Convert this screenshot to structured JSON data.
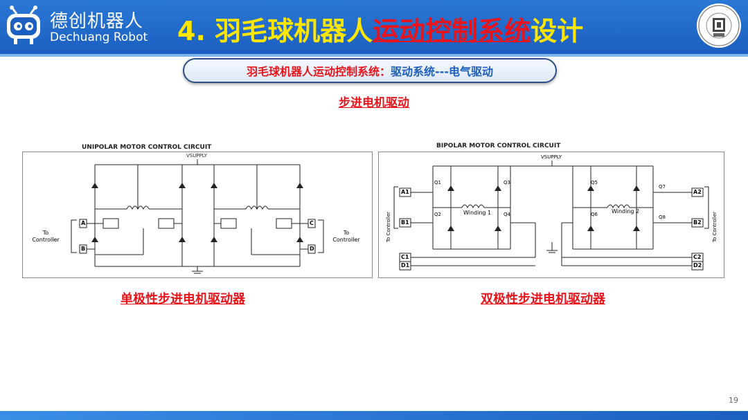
{
  "header": {
    "brand_cn": "德创机器人",
    "brand_en": "Dechuang Robot",
    "title_number": "4.",
    "title_part1": "羽毛球机器人",
    "title_part2": "运动控制系统",
    "title_part3": "设计"
  },
  "section": {
    "pill_part1": "羽毛球机器人运动控制系统：",
    "pill_part2": "驱动系统---电气驱动",
    "subtitle": "步进电机驱动"
  },
  "circuits": {
    "unipolar": {
      "title": "UNIPOLAR MOTOR CONTROL CIRCUIT",
      "supply": "VSUPPLY",
      "inputs_left": [
        "A",
        "B"
      ],
      "inputs_right": [
        "C",
        "D"
      ],
      "to_controller": "To Controller",
      "caption": "单极性步进电机驱动器"
    },
    "bipolar": {
      "title": "BIPOLAR MOTOR CONTROL CIRCUIT",
      "supply": "VSUPPLY",
      "inputs_left": [
        "A1",
        "B1",
        "C1",
        "D1"
      ],
      "inputs_right": [
        "A2",
        "B2",
        "C2",
        "D2"
      ],
      "transistors": [
        "Q1",
        "Q2",
        "Q3",
        "Q4",
        "Q5",
        "Q6",
        "Q7",
        "Q8"
      ],
      "winding1": "Winding 1",
      "winding2": "Winding 2",
      "to_controller": "To Controller",
      "caption": "双极性步进电机驱动器"
    }
  },
  "page_number": "19"
}
